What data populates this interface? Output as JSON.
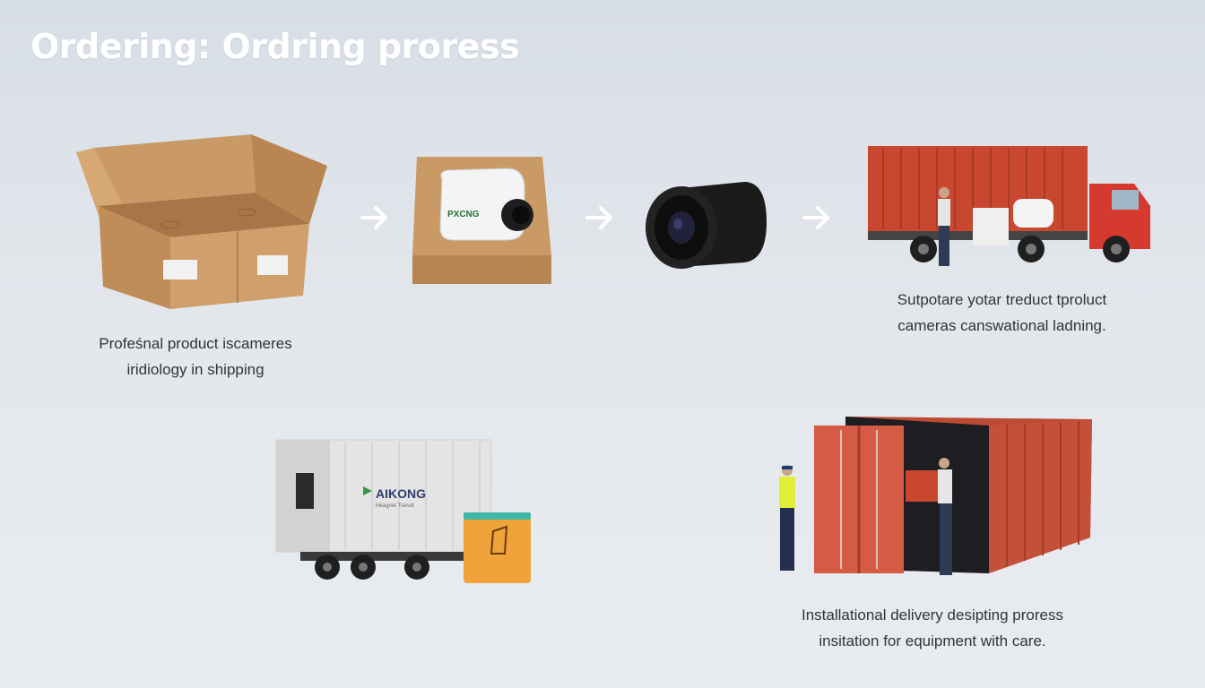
{
  "page": {
    "title": "Ordering: Ordring proress"
  },
  "step1": {
    "caption_line1": "Profeśnal product iscameres",
    "caption_line2": "iridiology in shipping"
  },
  "step2": {
    "box_brand": "PXCNG"
  },
  "step4": {
    "caption_line1": "Sutpotare yotar treduct tproluct",
    "caption_line2": "cameras canswational ladning."
  },
  "step5": {
    "trailer_brand": "AIKONG",
    "trailer_subtext": "Inkagnet Transit"
  },
  "step6": {
    "caption_line1": "Installational delivery desipting proress",
    "caption_line2": "insitation for equipment with care."
  },
  "colors": {
    "cardboard": "#c99a66",
    "container_red": "#c9472f",
    "camera_black": "#1a1a1a",
    "arrow": "#ffffff"
  },
  "icons": [
    "arrow-right-icon",
    "arrow-right-icon",
    "arrow-right-icon"
  ]
}
